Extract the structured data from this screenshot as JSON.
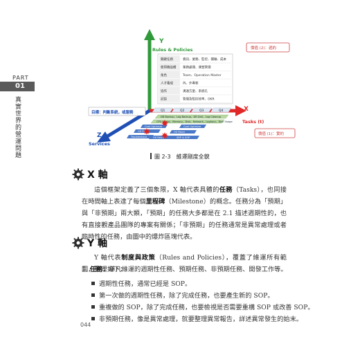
{
  "sidebar": {
    "part_label": "PART",
    "part_number": "01",
    "part_title": "真實世界的營運問題"
  },
  "figure": {
    "y_axis_label": "Y",
    "y_axis_title": "Rules & Policies",
    "x_axis_label": "X",
    "x_axis_title": "Tasks (t)",
    "z_axis_label": "Z",
    "z_axis_title": "Services",
    "table_rows": [
      {
        "key": "關鍵任務",
        "value": "資訊、業務、監控、關聯、成本"
      },
      {
        "key": "使用機設備",
        "value": "業務處理、運營管理"
      },
      {
        "key": "角色",
        "value": "Team、Operation Master"
      },
      {
        "key": "人才養成",
        "value": "內、外專家"
      },
      {
        "key": "協作",
        "value": "溝通方麼、系統孔"
      },
      {
        "key": "記錄",
        "value": "管理及監控效率、OKR"
      }
    ],
    "callout_y": "價值 (2)：遞約",
    "callout_x": "價值 (1)：實約",
    "target_label": "目標：判斷系統，或服務",
    "quarters": [
      "Q1",
      "Q2",
      "Q3",
      "Q4"
    ],
    "timeline_rows": [
      "DB Backup、Log Backup、DR Drill、Log Cleanup",
      "CPU Usage、Memory、Disk、Network、Loghour、Disk Usage"
    ],
    "task_boxes": [
      "Cost Optimize",
      "Cost Optimize",
      "OS Patch",
      "Troubleshoot",
      "OS Patch",
      "SRP & SOP",
      "OS Patch"
    ],
    "caption": "圖 2-3　維運剛度全貌"
  },
  "section_x": {
    "title": "X 軸",
    "paragraph": [
      {
        "t": "這個框架定義了三個象限，X 軸代表具體的"
      },
      {
        "t": "任務",
        "b": true
      },
      {
        "t": "（Tasks），也同接在時間軸上表達了每個"
      },
      {
        "t": "里程碑",
        "b": true
      },
      {
        "t": "（Milestone）的概念。任務分為「預期」與「非預期」兩大類，「預期」的任務大多都是在 2.1 描述週期性的，也有直接觀產品團隊的專案有關係；「非預期」的任務通常是異常處理或者臨時性的任務，由圖中的爆炸區塊代表。"
      }
    ]
  },
  "section_y": {
    "title": "Y 軸",
    "paragraph": [
      {
        "t": "Y 軸代表"
      },
      {
        "t": "制度與政策",
        "b": true
      },
      {
        "t": "（Rules and Policies），覆蓋了維運所有範圍，整理如下："
      }
    ],
    "list_item_1_num": "1.",
    "list_item_1_bold": "任務",
    "list_item_1_rest": "：舉凡維運的週期性任務、預期任務、非預期任務、開發工作等。",
    "bullets": [
      "週期性任務，通常已經是 SOP。",
      "第一次做的週期性任務，除了完成任務，也要產生新的 SOP。",
      "重複做的 SOP，除了完成任務，也要檢視是否需要重構 SOP 或改善 SOP。",
      "非預期任務，像是異常處理，就要整理異常報告，詳述異常發生的始末。"
    ]
  },
  "page_number": "044",
  "colors": {
    "y_axis": "#2f9a3a",
    "x_axis": "#e02828",
    "z_axis": "#1f4fb4",
    "timeline": "#b8d8a0",
    "task_box": "#4a78c8",
    "callout_border": "#d04040",
    "explosion": "#e02020"
  }
}
